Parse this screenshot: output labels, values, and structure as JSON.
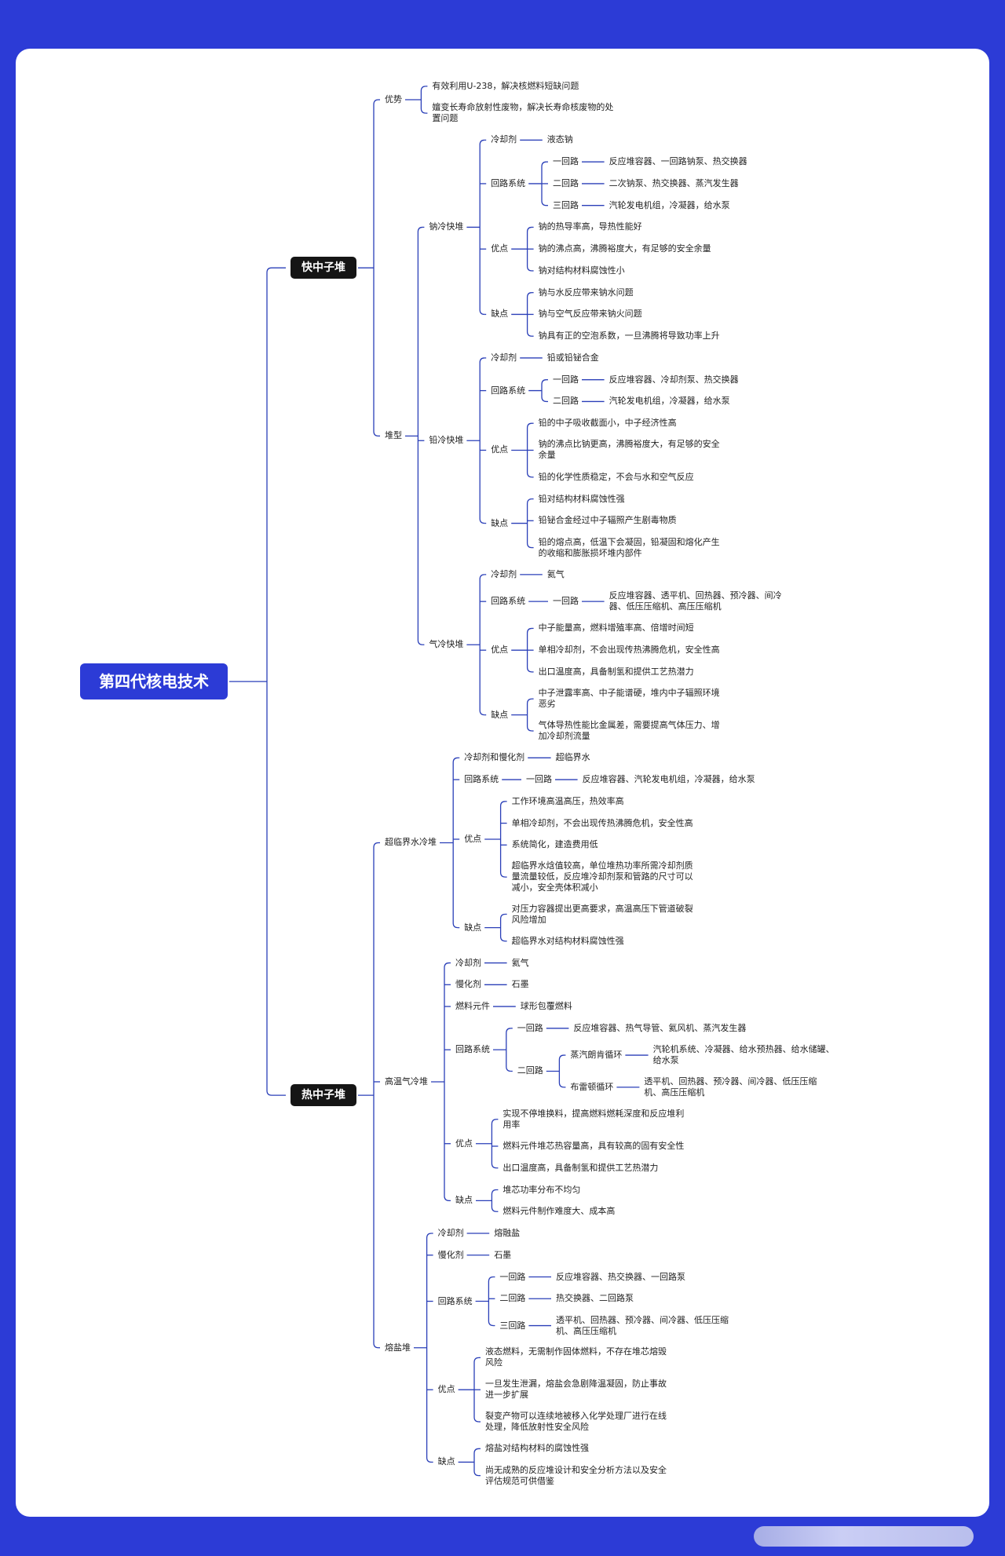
{
  "colors": {
    "background": "#2c3bd6",
    "line": "#2a3fb8",
    "root": "#2c3bd6",
    "level1": "#151515"
  },
  "mindmap": {
    "label": "第四代核电技术",
    "children": [
      {
        "label": "快中子堆",
        "children": [
          {
            "label": "优势",
            "children": [
              {
                "label": "有效利用U-238，解决核燃料短缺问题"
              },
              {
                "label": "嬗变长寿命放射性废物，解决长寿命核废物的处\n置问题"
              }
            ]
          },
          {
            "label": "堆型",
            "children": [
              {
                "label": "钠冷快堆",
                "children": [
                  {
                    "label": "冷却剂",
                    "children": [
                      {
                        "label": "液态钠"
                      }
                    ]
                  },
                  {
                    "label": "回路系统",
                    "children": [
                      {
                        "label": "一回路",
                        "children": [
                          {
                            "label": "反应堆容器、一回路钠泵、热交换器"
                          }
                        ]
                      },
                      {
                        "label": "二回路",
                        "children": [
                          {
                            "label": "二次钠泵、热交换器、蒸汽发生器"
                          }
                        ]
                      },
                      {
                        "label": "三回路",
                        "children": [
                          {
                            "label": "汽轮发电机组，冷凝器，给水泵"
                          }
                        ]
                      }
                    ]
                  },
                  {
                    "label": "优点",
                    "children": [
                      {
                        "label": "钠的热导率高，导热性能好"
                      },
                      {
                        "label": "钠的沸点高，沸腾裕度大，有足够的安全余量"
                      },
                      {
                        "label": "钠对结构材料腐蚀性小"
                      }
                    ]
                  },
                  {
                    "label": "缺点",
                    "children": [
                      {
                        "label": "钠与水反应带来钠水问题"
                      },
                      {
                        "label": "钠与空气反应带来钠火问题"
                      },
                      {
                        "label": "钠具有正的空泡系数，一旦沸腾将导致功率上升"
                      }
                    ]
                  }
                ]
              },
              {
                "label": "铅冷快堆",
                "children": [
                  {
                    "label": "冷却剂",
                    "children": [
                      {
                        "label": "铅或铅铋合金"
                      }
                    ]
                  },
                  {
                    "label": "回路系统",
                    "children": [
                      {
                        "label": "一回路",
                        "children": [
                          {
                            "label": "反应堆容器、冷却剂泵、热交换器"
                          }
                        ]
                      },
                      {
                        "label": "二回路",
                        "children": [
                          {
                            "label": "汽轮发电机组，冷凝器，给水泵"
                          }
                        ]
                      }
                    ]
                  },
                  {
                    "label": "优点",
                    "children": [
                      {
                        "label": "铅的中子吸收截面小，中子经济性高"
                      },
                      {
                        "label": "钠的沸点比钠更高，沸腾裕度大，有足够的安全\n余量"
                      },
                      {
                        "label": "铅的化学性质稳定，不会与水和空气反应"
                      }
                    ]
                  },
                  {
                    "label": "缺点",
                    "children": [
                      {
                        "label": "铅对结构材料腐蚀性强"
                      },
                      {
                        "label": "铅铋合金经过中子辐照产生剧毒物质"
                      },
                      {
                        "label": "铅的熔点高，低温下会凝固，铅凝固和熔化产生\n的收缩和膨胀损坏堆内部件"
                      }
                    ]
                  }
                ]
              },
              {
                "label": "气冷快堆",
                "children": [
                  {
                    "label": "冷却剂",
                    "children": [
                      {
                        "label": "氦气"
                      }
                    ]
                  },
                  {
                    "label": "回路系统",
                    "children": [
                      {
                        "label": "一回路",
                        "children": [
                          {
                            "label": "反应堆容器、透平机、回热器、预冷器、间冷\n器、低压压缩机、高压压缩机"
                          }
                        ]
                      }
                    ]
                  },
                  {
                    "label": "优点",
                    "children": [
                      {
                        "label": "中子能量高，燃料增殖率高、倍增时间短"
                      },
                      {
                        "label": "单相冷却剂，不会出现传热沸腾危机，安全性高"
                      },
                      {
                        "label": "出口温度高，具备制氢和提供工艺热潜力"
                      }
                    ]
                  },
                  {
                    "label": "缺点",
                    "children": [
                      {
                        "label": "中子泄露率高、中子能谱硬，堆内中子辐照环境\n恶劣"
                      },
                      {
                        "label": "气体导热性能比金属差，需要提高气体压力、增\n加冷却剂流量"
                      }
                    ]
                  }
                ]
              }
            ]
          }
        ]
      },
      {
        "label": "热中子堆",
        "children": [
          {
            "label": "超临界水冷堆",
            "children": [
              {
                "label": "冷却剂和慢化剂",
                "children": [
                  {
                    "label": "超临界水"
                  }
                ]
              },
              {
                "label": "回路系统",
                "children": [
                  {
                    "label": "一回路",
                    "children": [
                      {
                        "label": "反应堆容器、汽轮发电机组，冷凝器，给水泵"
                      }
                    ]
                  }
                ]
              },
              {
                "label": "优点",
                "children": [
                  {
                    "label": "工作环境高温高压，热效率高"
                  },
                  {
                    "label": "单相冷却剂，不会出现传热沸腾危机，安全性高"
                  },
                  {
                    "label": "系统简化，建造费用低"
                  },
                  {
                    "label": "超临界水焓值较高，单位堆热功率所需冷却剂质\n量流量较低，反应堆冷却剂泵和管路的尺寸可以\n减小，安全壳体积减小"
                  }
                ]
              },
              {
                "label": "缺点",
                "children": [
                  {
                    "label": "对压力容器提出更高要求，高温高压下管道破裂\n风险增加"
                  },
                  {
                    "label": "超临界水对结构材料腐蚀性强"
                  }
                ]
              }
            ]
          },
          {
            "label": "高温气冷堆",
            "children": [
              {
                "label": "冷却剂",
                "children": [
                  {
                    "label": "氦气"
                  }
                ]
              },
              {
                "label": "慢化剂",
                "children": [
                  {
                    "label": "石墨"
                  }
                ]
              },
              {
                "label": "燃料元件",
                "children": [
                  {
                    "label": "球形包覆燃料"
                  }
                ]
              },
              {
                "label": "回路系统",
                "children": [
                  {
                    "label": "一回路",
                    "children": [
                      {
                        "label": "反应堆容器、热气导管、氦风机、蒸汽发生器"
                      }
                    ]
                  },
                  {
                    "label": "二回路",
                    "children": [
                      {
                        "label": "蒸汽朗肯循环",
                        "children": [
                          {
                            "label": "汽轮机系统、冷凝器、给水预热器、给水储罐、\n给水泵"
                          }
                        ]
                      },
                      {
                        "label": "布雷顿循环",
                        "children": [
                          {
                            "label": "透平机、回热器、预冷器、间冷器、低压压缩\n机、高压压缩机"
                          }
                        ]
                      }
                    ]
                  }
                ]
              },
              {
                "label": "优点",
                "children": [
                  {
                    "label": "实现不停堆换料，提高燃料燃耗深度和反应堆利\n用率"
                  },
                  {
                    "label": "燃料元件堆芯热容量高，具有较高的固有安全性"
                  },
                  {
                    "label": "出口温度高，具备制氢和提供工艺热潜力"
                  }
                ]
              },
              {
                "label": "缺点",
                "children": [
                  {
                    "label": "堆芯功率分布不均匀"
                  },
                  {
                    "label": "燃料元件制作难度大、成本高"
                  }
                ]
              }
            ]
          },
          {
            "label": "熔盐堆",
            "children": [
              {
                "label": "冷却剂",
                "children": [
                  {
                    "label": "熔融盐"
                  }
                ]
              },
              {
                "label": "慢化剂",
                "children": [
                  {
                    "label": "石墨"
                  }
                ]
              },
              {
                "label": "回路系统",
                "children": [
                  {
                    "label": "一回路",
                    "children": [
                      {
                        "label": "反应堆容器、热交换器、一回路泵"
                      }
                    ]
                  },
                  {
                    "label": "二回路",
                    "children": [
                      {
                        "label": "热交换器、二回路泵"
                      }
                    ]
                  },
                  {
                    "label": "三回路",
                    "children": [
                      {
                        "label": "透平机、回热器、预冷器、间冷器、低压压缩\n机、高压压缩机"
                      }
                    ]
                  }
                ]
              },
              {
                "label": "优点",
                "children": [
                  {
                    "label": "液态燃料，无需制作固体燃料，不存在堆芯熔毁\n风险"
                  },
                  {
                    "label": "一旦发生泄漏，熔盐会急剧降温凝固，防止事故\n进一步扩展"
                  },
                  {
                    "label": "裂变产物可以连续地被移入化学处理厂进行在线\n处理，降低放射性安全风险"
                  }
                ]
              },
              {
                "label": "缺点",
                "children": [
                  {
                    "label": "熔盐对结构材料的腐蚀性强"
                  },
                  {
                    "label": "尚无成熟的反应堆设计和安全分析方法以及安全\n评估规范可供借鉴"
                  }
                ]
              }
            ]
          }
        ]
      }
    ]
  }
}
